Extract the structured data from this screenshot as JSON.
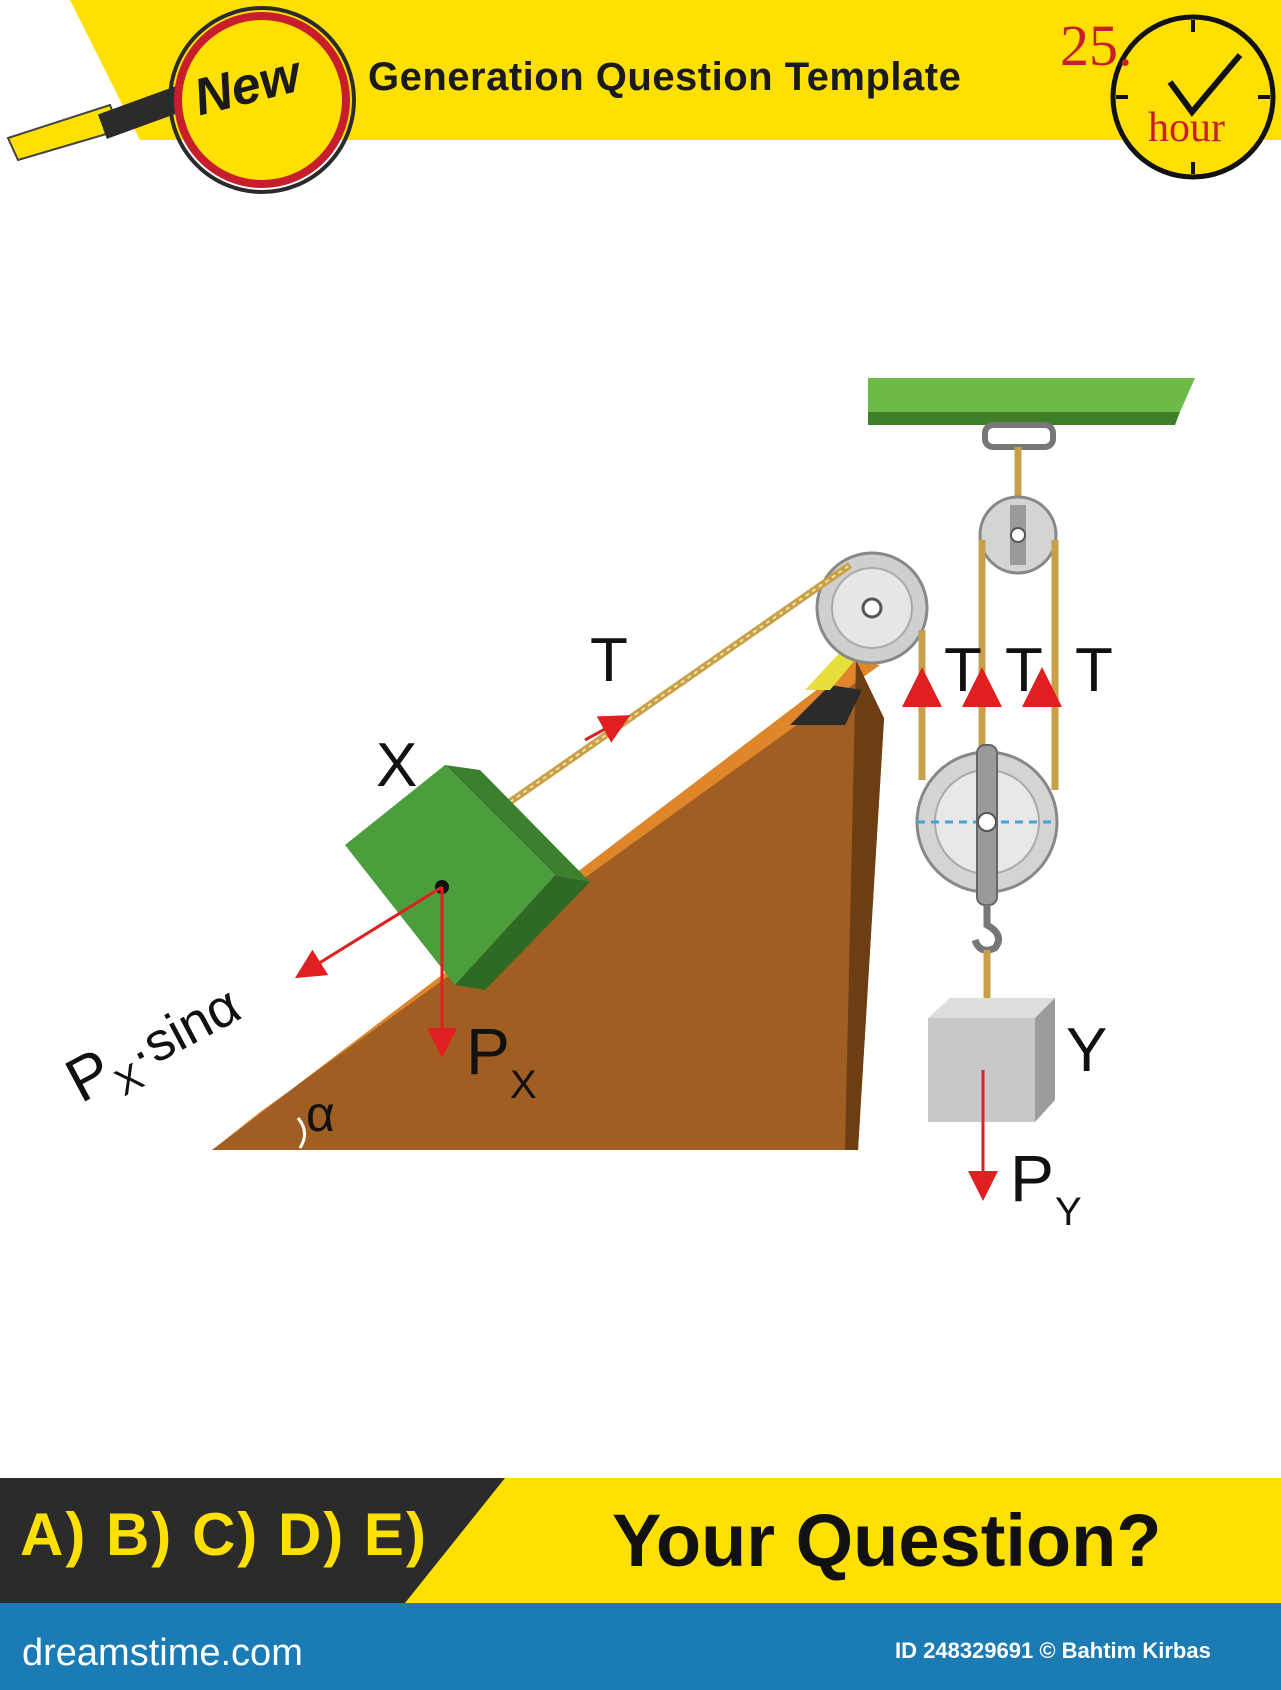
{
  "header": {
    "badge": "New",
    "title": "Generation Question Template",
    "clock_number": "25.",
    "clock_unit": "hour"
  },
  "diagram": {
    "block_x_label": "X",
    "block_y_label": "Y",
    "tension_label": "T",
    "tension_right_labels": [
      "T",
      "T",
      "T"
    ],
    "weight_x_main": "P",
    "weight_x_sub": "X",
    "component_main": "P",
    "component_sub": "X",
    "component_suffix": "·sinα",
    "weight_y_main": "P",
    "weight_y_sub": "Y",
    "angle_label": "α"
  },
  "bottom": {
    "options": "A) B) C) D) E)",
    "question": "Your Question?"
  },
  "footer": {
    "brand": "dreamstime.com",
    "id_text": "ID 248329691 © Bahtim Kirbas"
  },
  "colors": {
    "header_yellow": "#ffe000",
    "incline_orange": "#e0862a",
    "incline_brown": "#a15e22",
    "block_green": "#4c9e3c",
    "ceiling_green": "#6cbb46",
    "force_red": "#e02020",
    "footer_blue": "#1a7bb5",
    "clock_red": "#c81e2b"
  }
}
